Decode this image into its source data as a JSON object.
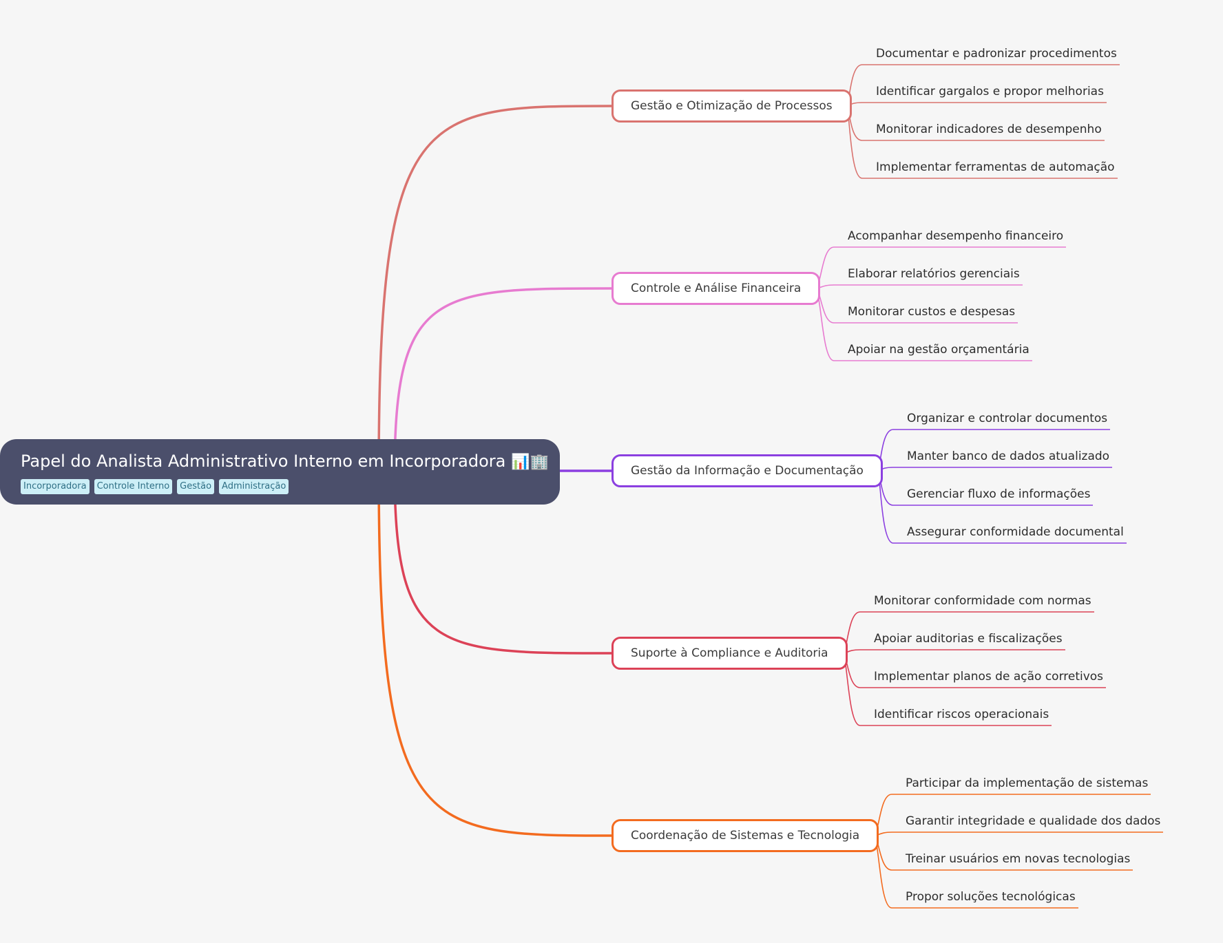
{
  "root": {
    "title": "Papel do Analista Administrativo Interno em Incorporadora",
    "emoji": "📊🏢",
    "tags": [
      "Incorporadora",
      "Controle Interno",
      "Gestão",
      "Administração"
    ]
  },
  "branches": [
    {
      "label": "Gestão e Otimização de Processos",
      "color": "#d9736f",
      "children": [
        "Documentar e padronizar procedimentos",
        "Identificar gargalos e propor melhorias",
        "Monitorar indicadores de desempenho",
        "Implementar ferramentas de automação"
      ]
    },
    {
      "label": "Controle e Análise Financeira",
      "color": "#e77bd0",
      "children": [
        "Acompanhar desempenho financeiro",
        "Elaborar relatórios gerenciais",
        "Monitorar custos e despesas",
        "Apoiar na gestão orçamentária"
      ]
    },
    {
      "label": "Gestão da Informação e Documentação",
      "color": "#8b3fe0",
      "children": [
        "Organizar e controlar documentos",
        "Manter banco de dados atualizado",
        "Gerenciar fluxo de informações",
        "Assegurar conformidade documental"
      ]
    },
    {
      "label": "Suporte à Compliance e Auditoria",
      "color": "#dc4257",
      "children": [
        "Monitorar conformidade com normas",
        "Apoiar auditorias e fiscalizações",
        "Implementar planos de ação corretivos",
        "Identificar riscos operacionais"
      ]
    },
    {
      "label": "Coordenação de Sistemas e Tecnologia",
      "color": "#f36b1f",
      "children": [
        "Participar da implementação de sistemas",
        "Garantir integridade e qualidade dos dados",
        "Treinar usuários em novas tecnologias",
        "Propor soluções tecnológicas"
      ]
    }
  ]
}
